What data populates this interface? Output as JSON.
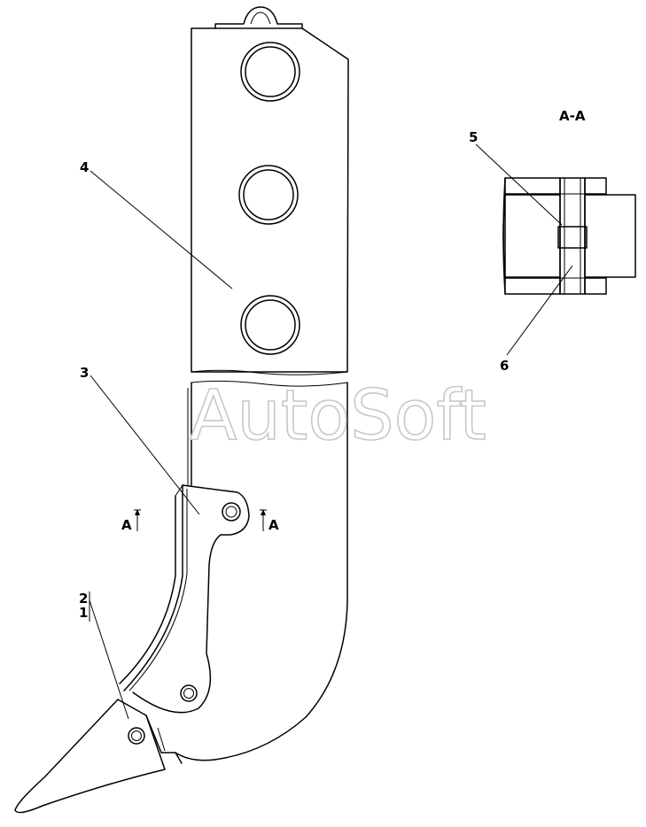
{
  "watermark": "AutoSoft",
  "section_title": "A-A",
  "section_marks": {
    "left": "A",
    "right": "A"
  },
  "callouts": {
    "p1": "1",
    "p2": "2",
    "p3": "3",
    "p4": "4",
    "p5": "5",
    "p6": "6"
  },
  "colors": {
    "line": "#000000",
    "background": "#ffffff",
    "watermark_outline": "#c8c8c8"
  }
}
